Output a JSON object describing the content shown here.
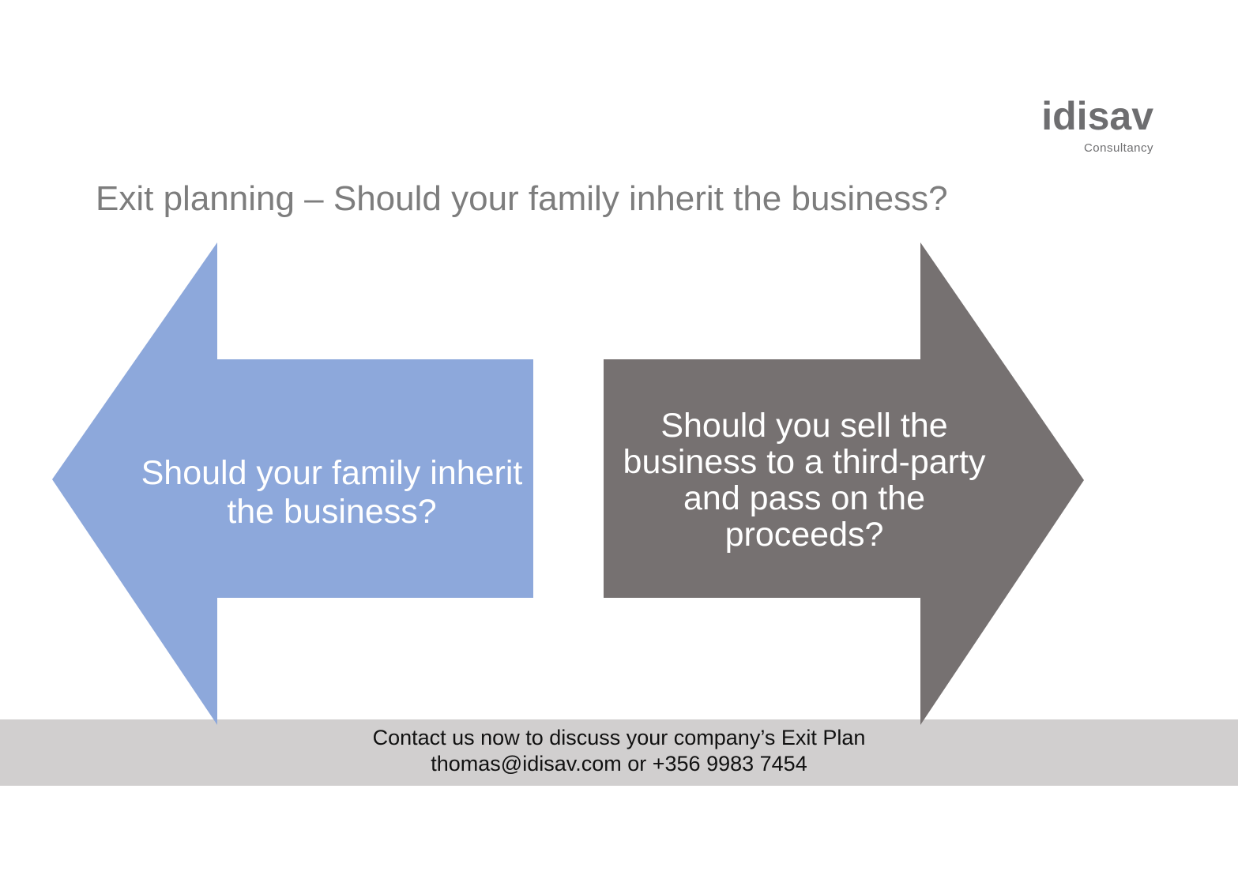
{
  "slide": {
    "logo": {
      "name": "idisav",
      "tagline": "Consultancy"
    },
    "title": "Exit planning – Should your family inherit the business?",
    "arrows": {
      "left": {
        "direction": "left",
        "lines": [
          "Should your family inherit",
          "the business?"
        ]
      },
      "right": {
        "direction": "right",
        "lines": [
          "Should you sell the",
          "business to a third-party",
          "and pass on the",
          "proceeds?"
        ]
      }
    },
    "footer": {
      "lines": [
        "Contact us now to discuss your company’s Exit Plan",
        "thomas@idisav.com or +356 9983 7454"
      ]
    },
    "colors": {
      "arrow-blue": "#8DA8DB",
      "arrow-gray": "#767171",
      "footer-bar": "#D1CFCF",
      "title-text": "#7D7D7D",
      "logo-text": "#6E6E70",
      "arrow-text": "#FFFFFF",
      "footer-text": "#111111",
      "background": "#FFFFFF"
    }
  }
}
